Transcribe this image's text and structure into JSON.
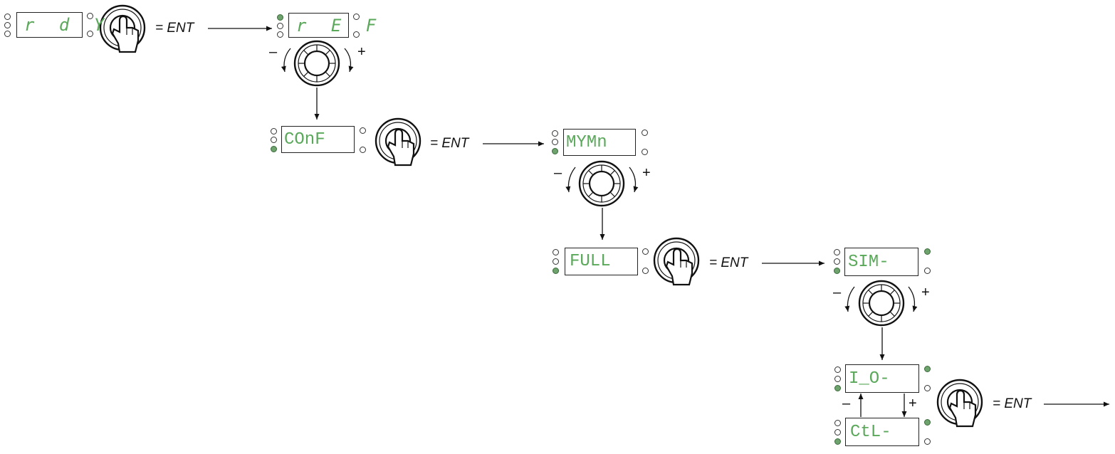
{
  "displays": [
    {
      "id": "rdy",
      "text": "r d Y",
      "leds_left": [
        false,
        false,
        false
      ],
      "leds_right": [
        false,
        false
      ]
    },
    {
      "id": "ref",
      "text": "r E F",
      "leds_left": [
        true,
        false,
        false
      ],
      "leds_right": [
        false,
        false
      ]
    },
    {
      "id": "conf",
      "text": "COnF",
      "leds_left": [
        false,
        false,
        true
      ],
      "leds_right": [
        false,
        false
      ]
    },
    {
      "id": "mymn",
      "text": "MYMn",
      "leds_left": [
        false,
        false,
        true
      ],
      "leds_right": [
        false,
        false
      ]
    },
    {
      "id": "full",
      "text": "FULL",
      "leds_left": [
        false,
        false,
        true
      ],
      "leds_right": [
        false,
        false
      ]
    },
    {
      "id": "sim",
      "text": "SIM-",
      "leds_left": [
        false,
        false,
        true
      ],
      "leds_right": [
        true,
        false
      ]
    },
    {
      "id": "io",
      "text": "I_O-",
      "leds_left": [
        false,
        false,
        true
      ],
      "leds_right": [
        true,
        false
      ]
    },
    {
      "id": "ctl",
      "text": "CtL-",
      "leds_left": [
        false,
        false,
        true
      ],
      "leds_right": [
        true,
        false
      ]
    }
  ],
  "labels": {
    "ent_1": "= ENT",
    "ent_2": "= ENT",
    "ent_3": "= ENT",
    "ent_4": "= ENT",
    "minus_1": "–",
    "plus_1": "+",
    "minus_2": "–",
    "plus_2": "+",
    "minus_3": "–",
    "plus_3": "+",
    "minus_4": "–",
    "plus_4": "+"
  },
  "colors": {
    "lcd_text": "#5aa85a",
    "led_on": "#6ea36e",
    "line": "#111111"
  },
  "icons": {
    "press": "jog-dial-press-icon",
    "rotate": "jog-dial-rotate-icon"
  }
}
